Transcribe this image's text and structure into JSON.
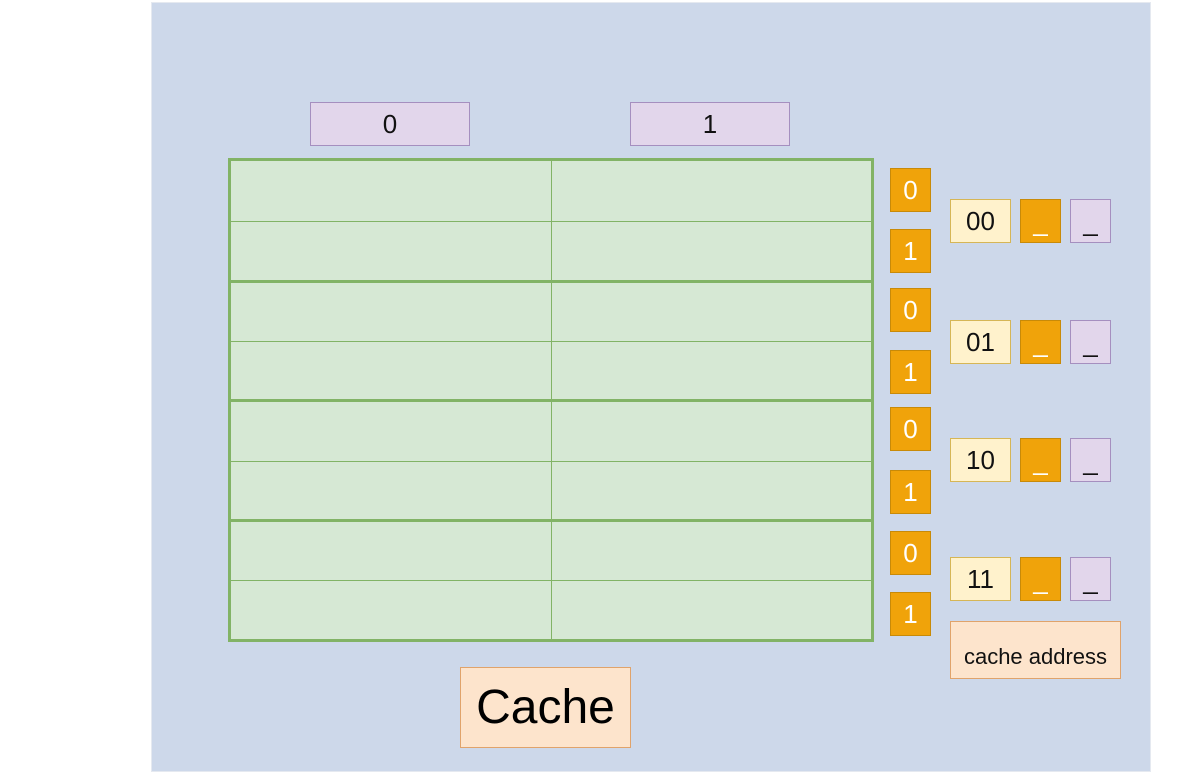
{
  "columns": [
    "0",
    "1"
  ],
  "ways": [
    "0",
    "1",
    "0",
    "1",
    "0",
    "1",
    "0",
    "1"
  ],
  "sets": [
    {
      "index": "00",
      "tag": "_",
      "offset": "_"
    },
    {
      "index": "01",
      "tag": "_",
      "offset": "_"
    },
    {
      "index": "10",
      "tag": "_",
      "offset": "_"
    },
    {
      "index": "11",
      "tag": "_",
      "offset": "_"
    }
  ],
  "cache_address_label": "cache address",
  "cache_title": "Cache",
  "colors": {
    "background_panel": "#cdd8ea",
    "grid_fill": "#d6e8d4",
    "grid_border": "#82b366",
    "orange": "#f0a30a",
    "lavender": "#e2d6eb",
    "cream": "#fff2cc",
    "peach": "#fde4cc"
  }
}
